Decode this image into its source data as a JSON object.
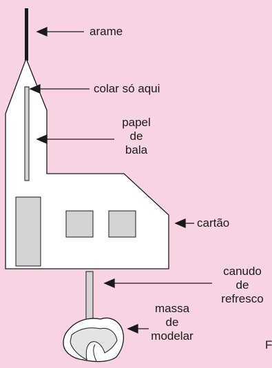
{
  "labels": {
    "arame": "arame",
    "colar": "colar só aqui",
    "papel_line1": "papel",
    "papel_line2": "de",
    "papel_line3": "bala",
    "cartao": "cartão",
    "canudo_line1": "canudo",
    "canudo_line2": "de",
    "canudo_line3": "refresco",
    "massa_line1": "massa",
    "massa_line2": "de",
    "massa_line3": "modelar",
    "fragment": "F"
  },
  "colors": {
    "background": "#f7d3e3",
    "card_fill": "#ffffff",
    "gray_fill": "#d4d4d4",
    "stroke": "#1a1a1a"
  }
}
